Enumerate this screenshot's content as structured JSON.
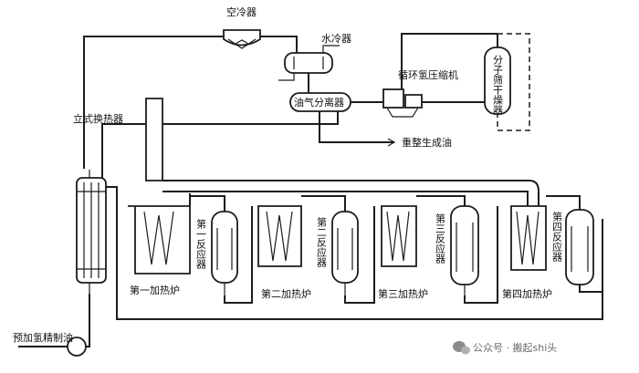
{
  "labels": {
    "air_cooler": "空冷器",
    "water_cooler": "水冷器",
    "oil_gas_separator": "油气分离器",
    "recycle_compressor": "循环氢压缩机",
    "molecular_sieve_dryer": "分子筛干燥器",
    "reformate_oil": "重整生成油",
    "vertical_heat_exchanger": "立式换热器",
    "feed_oil": "预加氢精制油",
    "furnace_1": "第一加热炉",
    "furnace_2": "第二加热炉",
    "furnace_3": "第三加热炉",
    "furnace_4": "第四加热炉",
    "reactor_1": "第一反应器",
    "reactor_2": "第二反应器",
    "reactor_3": "第三反应器",
    "reactor_4": "第四反应器"
  },
  "watermark": "公众号 · 搬起shi头",
  "icons": {
    "watermark": "chat-bubble-icon"
  },
  "colors": {
    "line": "#1c1c1c",
    "watermark": "#6b6b6b"
  }
}
